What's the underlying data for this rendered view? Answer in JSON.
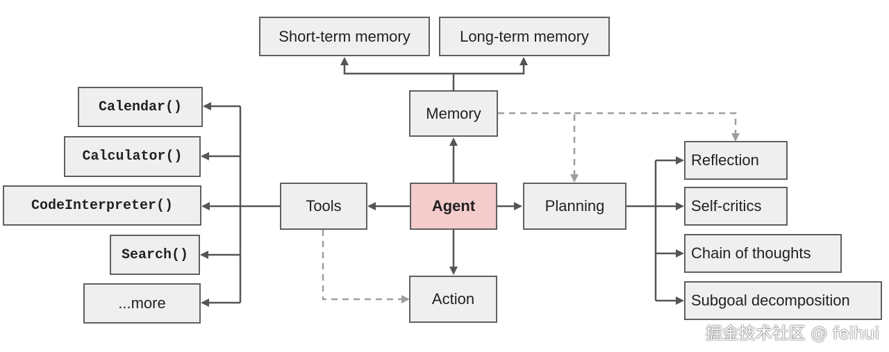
{
  "nodes": {
    "short_term_memory": "Short-term memory",
    "long_term_memory": "Long-term memory",
    "memory": "Memory",
    "agent": "Agent",
    "tools": "Tools",
    "planning": "Planning",
    "action": "Action",
    "calendar": "Calendar()",
    "calculator": "Calculator()",
    "code_interpreter": "CodeInterpreter()",
    "search": "Search()",
    "more": "...more",
    "reflection": "Reflection",
    "self_critics": "Self-critics",
    "chain_of_thoughts": "Chain of thoughts",
    "subgoal_decomposition": "Subgoal decomposition"
  },
  "watermark": "掘金技术社区 @ feihui",
  "colors": {
    "agent_fill": "#f4cccc",
    "node_fill": "#efefef",
    "border": "#5f5f5f",
    "solid_arrow": "#555555",
    "dashed_arrow": "#9e9e9e"
  }
}
